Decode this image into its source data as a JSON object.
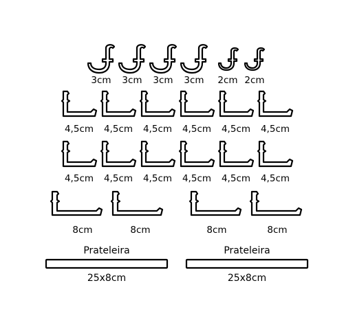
{
  "hooks_3cm": [
    "3cm",
    "3cm",
    "3cm",
    "3cm"
  ],
  "hooks_2cm": [
    "2cm",
    "2cm"
  ],
  "brackets_row1": [
    "4,5cm",
    "4,5cm",
    "4,5cm",
    "4,5cm",
    "4,5cm",
    "4,5cm"
  ],
  "brackets_row2": [
    "4,5cm",
    "4,5cm",
    "4,5cm",
    "4,5cm",
    "4,5cm",
    "4,5cm"
  ],
  "brackets_8cm": [
    "8cm",
    "8cm",
    "8cm",
    "8cm"
  ],
  "shelves": [
    {
      "title": "Prateleira",
      "size": "25x8cm"
    },
    {
      "title": "Prateleira",
      "size": "25x8cm"
    }
  ],
  "colors": {
    "stroke": "#000000",
    "fill": "#ffffff"
  }
}
